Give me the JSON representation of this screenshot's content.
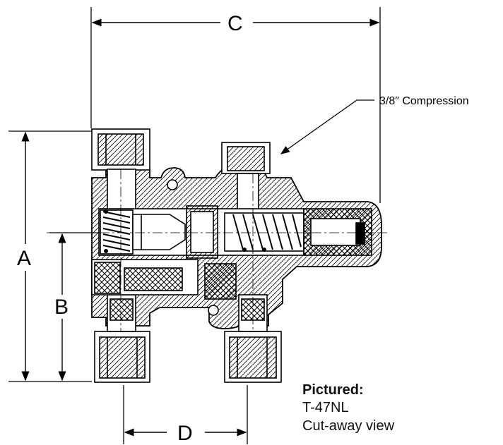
{
  "dimensions": {
    "a": "A",
    "b": "B",
    "c": "C",
    "d": "D"
  },
  "callout": {
    "connection": "3/8″ Compression"
  },
  "caption": {
    "heading": "Pictured:",
    "model": "T-47NL",
    "view": "Cut-away view"
  }
}
